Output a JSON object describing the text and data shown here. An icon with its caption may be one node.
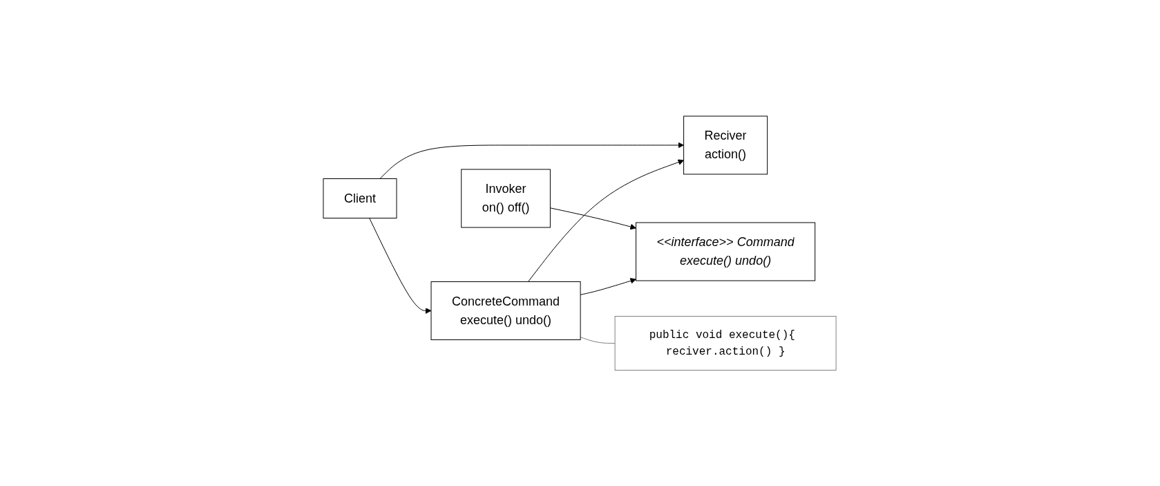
{
  "diagram": {
    "nodes": [
      {
        "text": [
          "Client"
        ]
      },
      {
        "text": [
          "Invoker",
          "on() off()"
        ]
      },
      {
        "text": [
          "<<interface>> Command",
          "execute() undo()"
        ]
      },
      {
        "text": [
          "Reciver",
          "action()"
        ]
      },
      {
        "text": [
          "ConcreteCommand",
          "execute() undo()"
        ]
      },
      {
        "text": [
          "public void execute(){ reciver.action() }"
        ]
      }
    ],
    "edges": [
      {
        "from": 1,
        "to": 2,
        "arrow": "to"
      },
      {
        "from": 0,
        "to": 3,
        "arrow": "to"
      },
      {
        "from": 4,
        "to": 2,
        "arrow": "to"
      },
      {
        "from": 4,
        "to": 3,
        "arrow": "to"
      },
      {
        "from": 0,
        "to": 4,
        "arrow": "to"
      },
      {
        "from": 4,
        "to": 5,
        "arrow": "none",
        "color": "#808080"
      }
    ]
  }
}
